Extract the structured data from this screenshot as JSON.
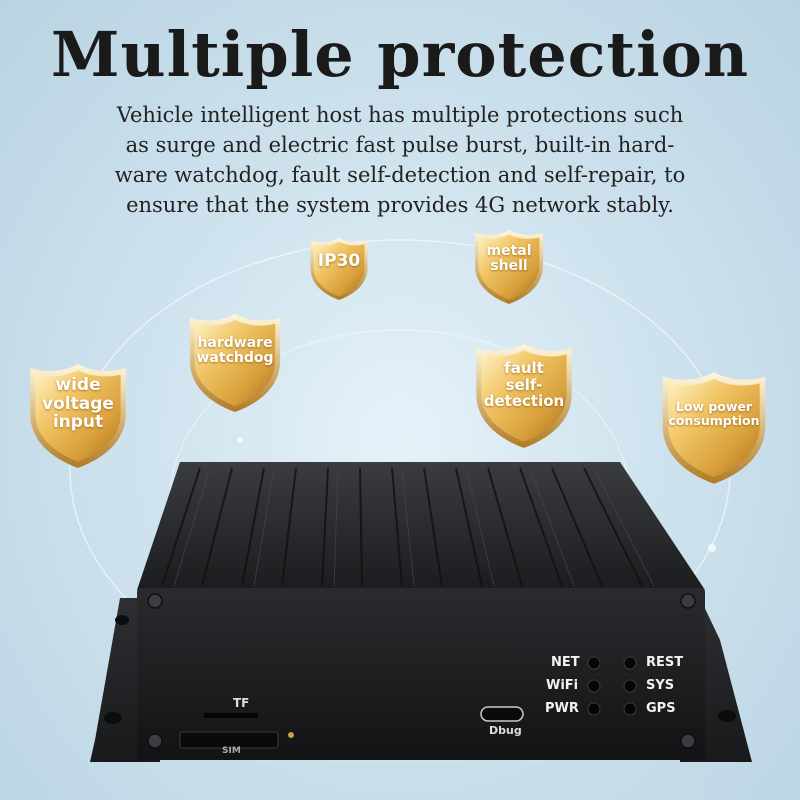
{
  "title": "Multiple protection",
  "description": [
    "Vehicle intelligent host has multiple protections such",
    "as surge and electric fast pulse burst, built-in hard-",
    "ware watchdog, fault self-detection and self-repair, to",
    "ensure that the system provides 4G network stably."
  ],
  "badges": {
    "wide_voltage": [
      "wide",
      "voltage",
      "input"
    ],
    "hardware_watchdog": [
      "hardware",
      "watchdog"
    ],
    "ip30": [
      "IP30"
    ],
    "metal_shell": [
      "metal",
      "shell"
    ],
    "fault_detection": [
      "fault",
      "self-",
      "detection"
    ],
    "low_power": [
      "Low power",
      "consumption"
    ]
  },
  "device": {
    "leds": {
      "net": "NET",
      "wifi": "WiFi",
      "pwr": "PWR",
      "rest": "REST",
      "sys": "SYS",
      "gps": "GPS"
    },
    "tf_label": "TF",
    "sim_label": "SIM",
    "dbug_label": "Dbug"
  },
  "colors": {
    "gold_light": "#fbe7a6",
    "gold_mid": "#e3b04b",
    "gold_dark": "#a8701a",
    "device_black": "#1e1f21"
  }
}
